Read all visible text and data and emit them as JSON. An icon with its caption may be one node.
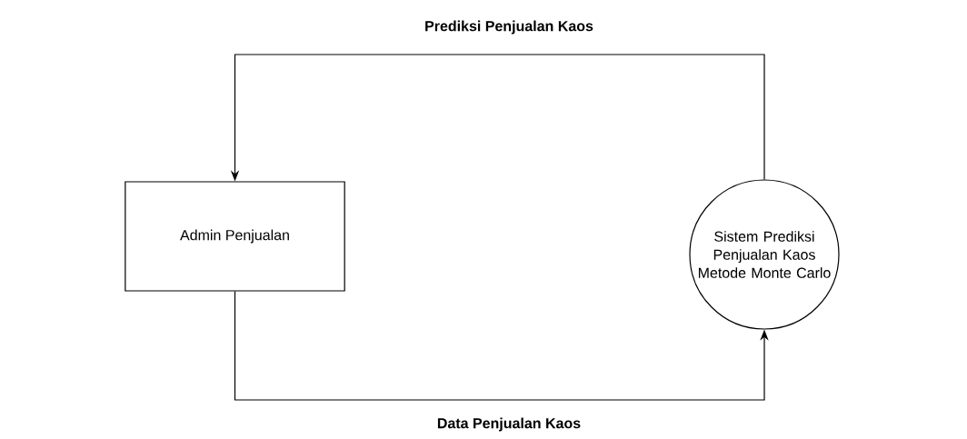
{
  "diagram": {
    "nodes": [
      {
        "text": [
          "Admin Penjualan"
        ]
      },
      {
        "text": [
          "Sistem Prediksi Penjualan Kaos Metode Monte Carlo"
        ]
      }
    ],
    "edges": [
      {
        "from": 1,
        "to": 0,
        "arrow": "to",
        "label": "Prediksi Penjualan Kaos"
      },
      {
        "from": 0,
        "to": 1,
        "arrow": "to",
        "label": "Data Penjualan Kaos"
      }
    ]
  }
}
